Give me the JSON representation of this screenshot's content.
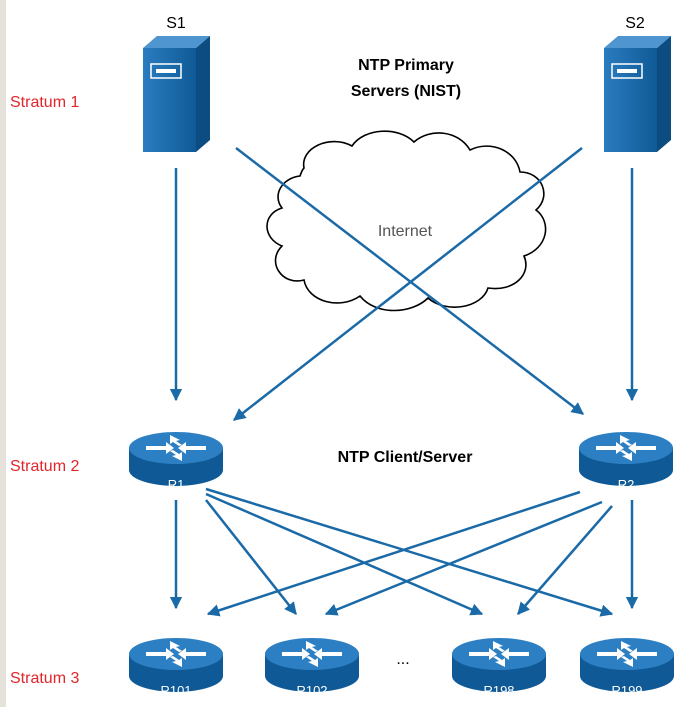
{
  "colors": {
    "stratum_text": "#e0262b",
    "arrow": "#1b6aa8",
    "device_fill": "#1b6aa8",
    "device_dark": "#0f4f86",
    "text": "#000000",
    "cloud_text": "#555555"
  },
  "labels": {
    "stratum1": "Stratum 1",
    "stratum2": "Stratum 2",
    "stratum3": "Stratum 3",
    "title_primary_line1": "NTP Primary",
    "title_primary_line2": "Servers (NIST)",
    "title_client": "NTP Client/Server",
    "cloud": "Internet",
    "ellipsis": "..."
  },
  "servers": [
    {
      "id": "s1",
      "label": "S1",
      "icon": "server-tower-icon"
    },
    {
      "id": "s2",
      "label": "S2",
      "icon": "server-tower-icon"
    }
  ],
  "routers": {
    "r1": {
      "label": "R1",
      "icon": "router-icon"
    },
    "r2": {
      "label": "R2",
      "icon": "router-icon"
    },
    "r101": {
      "label": "R101",
      "icon": "router-icon"
    },
    "r102": {
      "label": "R102",
      "icon": "router-icon"
    },
    "r198": {
      "label": "R198",
      "icon": "router-icon"
    },
    "r199": {
      "label": "R199",
      "icon": "router-icon"
    }
  },
  "links": [
    {
      "from": "S1",
      "to": "R1"
    },
    {
      "from": "S1",
      "to": "R2"
    },
    {
      "from": "S2",
      "to": "R2"
    },
    {
      "from": "S2",
      "to": "R1"
    },
    {
      "from": "R1",
      "to": "R101"
    },
    {
      "from": "R1",
      "to": "R102"
    },
    {
      "from": "R1",
      "to": "R198"
    },
    {
      "from": "R1",
      "to": "R199"
    },
    {
      "from": "R2",
      "to": "R101"
    },
    {
      "from": "R2",
      "to": "R102"
    },
    {
      "from": "R2",
      "to": "R198"
    },
    {
      "from": "R2",
      "to": "R199"
    }
  ]
}
